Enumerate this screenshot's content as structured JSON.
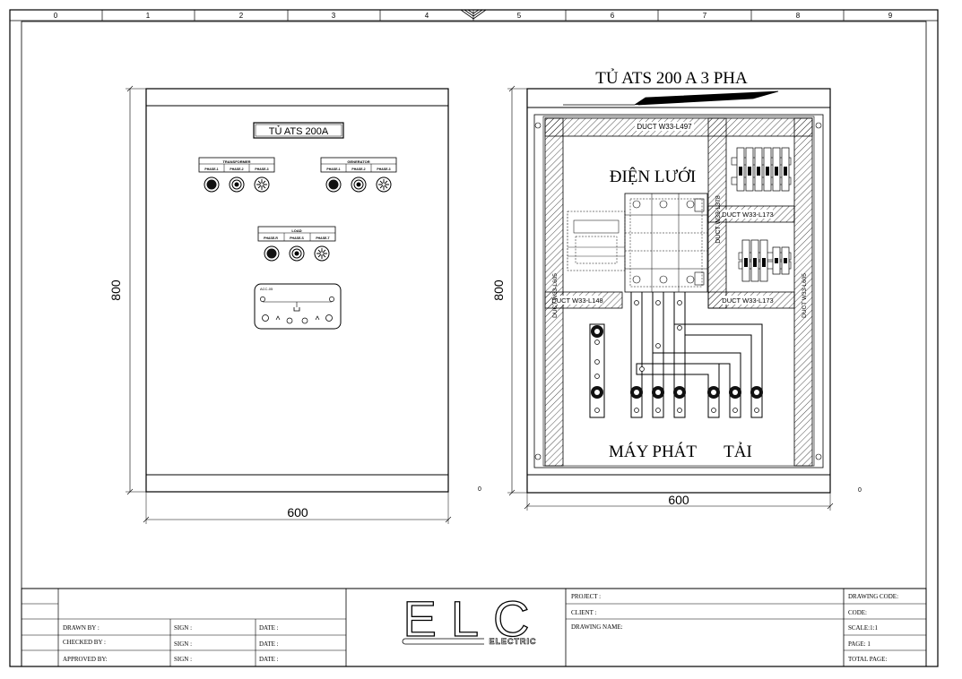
{
  "ruler": {
    "columns": [
      "0",
      "1",
      "2",
      "3",
      "4",
      "5",
      "6",
      "7",
      "8",
      "9"
    ]
  },
  "front_view": {
    "nameplate": "TỦ ATS 200A",
    "group_transformer": {
      "title": "TRANSFORMER",
      "phases": [
        "PHASE-1",
        "PHASE-2",
        "PHASE-3"
      ]
    },
    "group_generator": {
      "title": "GENERATOR",
      "phases": [
        "PHASE-1",
        "PHASE-2",
        "PHASE-3"
      ]
    },
    "group_load": {
      "title": "LOAD",
      "phases": [
        "PHASE-R",
        "PHASE-S",
        "PHASE-T"
      ]
    },
    "controller_label": "ACC-05",
    "height_dim": "800",
    "width_dim": "600",
    "base_zero": "0"
  },
  "inner_view": {
    "title": "TỦ ATS 200 A 3 PHA",
    "duct_top": "DUCT W33-L497",
    "duct_mid_right": "DUCT W33-L173",
    "duct_low_right": "DUCT W33-L173",
    "duct_left_small": "DUCT W33-L148",
    "duct_vert_center": "DUCT W33-L378",
    "duct_vert_left": "DUCT W33-L605",
    "duct_vert_right": "DUCT W33-L605",
    "label_grid": "ĐIỆN LƯỚI",
    "label_generator": "MÁY PHÁT",
    "label_load": "TẢI",
    "height_dim": "800",
    "width_dim": "600",
    "base_zero": "0"
  },
  "title_block": {
    "drawn_by": "DRAWN BY    :",
    "checked_by": "CHECKED BY :",
    "approved_by": "APPROVED BY:",
    "sign": "SIGN :",
    "date": "DATE :",
    "logo_letters": "ELC",
    "logo_sub": "ELECTRIC",
    "project": "PROJECT :",
    "client": "CLIENT    :",
    "drawing_name": "DRAWING NAME:",
    "drawing_code": "DRAWING CODE:",
    "code": "CODE:",
    "scale": "SCALE:1:1",
    "page": "PAGE: 1",
    "total_page": "TOTAL PAGE:"
  }
}
